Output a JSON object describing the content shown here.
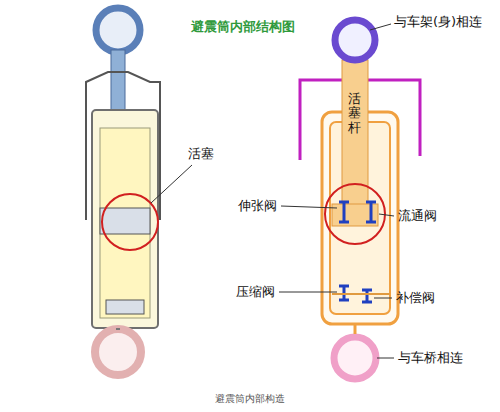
{
  "diagram": {
    "title": "避震筒内部结构图",
    "caption": "避震筒内部构造",
    "labels": [
      "活塞",
      "与车架(身)相连",
      "活塞杆",
      "伸张阀",
      "流通阀",
      "压缩阀",
      "补偿阀",
      "与车桥相连"
    ]
  }
}
